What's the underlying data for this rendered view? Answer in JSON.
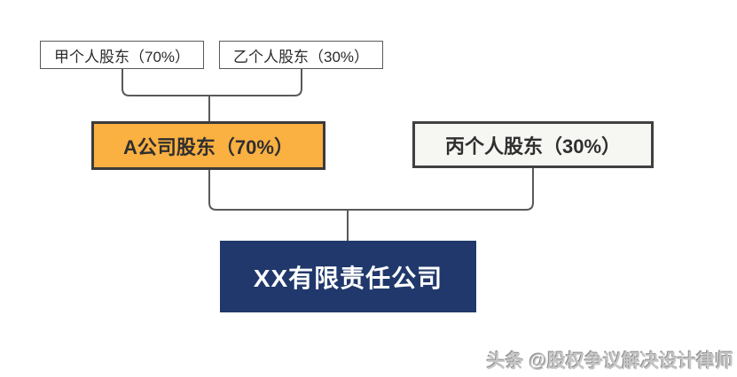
{
  "diagram": {
    "type": "equity-structure-chart",
    "nodes": {
      "shareholder_jia": {
        "label": "甲个人股东（70%）",
        "ownership_pct": 70,
        "fill": "#FFFFFF",
        "border": "#595959"
      },
      "shareholder_yi": {
        "label": "乙个人股东（30%）",
        "ownership_pct": 30,
        "fill": "#FFFFFF",
        "border": "#595959"
      },
      "shareholder_a_company": {
        "label": "A公司股东（70%）",
        "ownership_pct": 70,
        "fill": "#FBB042",
        "border": "#3B3B3B"
      },
      "shareholder_bing": {
        "label": "丙个人股东（30%）",
        "ownership_pct": 30,
        "fill": "#F6F6F3",
        "border": "#404040"
      },
      "company": {
        "label": "XX有限责任公司",
        "fill": "#20386B",
        "text_color": "#FFFFFF"
      }
    },
    "edges": [
      {
        "from": "shareholder_jia",
        "to": "shareholder_a_company"
      },
      {
        "from": "shareholder_yi",
        "to": "shareholder_a_company"
      },
      {
        "from": "shareholder_a_company",
        "to": "company"
      },
      {
        "from": "shareholder_bing",
        "to": "company"
      }
    ],
    "line_color": "#595959"
  },
  "watermark": {
    "text": "头条 @股权争议解决设计律师"
  }
}
